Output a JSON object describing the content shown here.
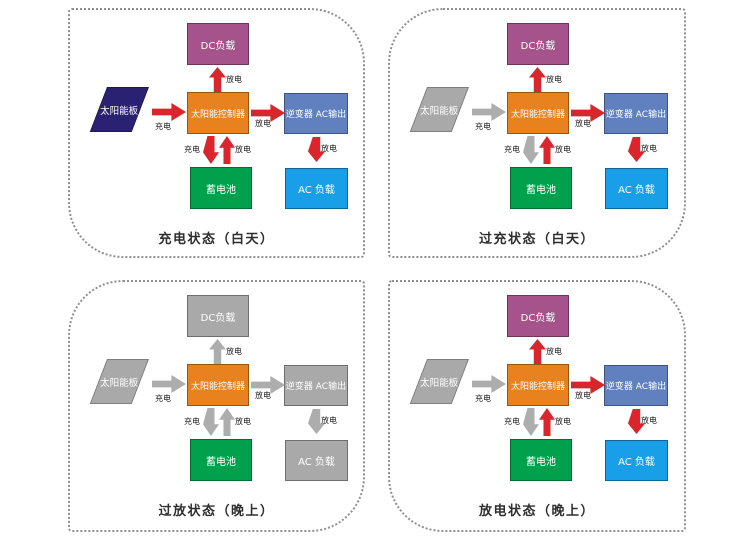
{
  "nodes": {
    "solar_panel": "太阳能板",
    "controller": "太阳能控制器",
    "dc_load": "DC负载",
    "inverter_ac_output": "逆变器 AC输出",
    "battery": "蓄电池",
    "ac_load": "AC 负载"
  },
  "arrow_labels": {
    "charge": "充电",
    "discharge": "放电"
  },
  "colors": {
    "solar_panel_active": "#2B2173",
    "controller_orange": "#E8821E",
    "dc_load_purple": "#A5538A",
    "inverter_periwinkle": "#6080C0",
    "ac_load_blue": "#189FE8",
    "battery_green": "#00A04C",
    "inactive_gray": "#A9A9A9",
    "arrow_red": "#D9252B",
    "arrow_gray": "#ADADAD"
  },
  "quadrants": [
    {
      "title": "充电状态（白天）",
      "states": {
        "panel": "active",
        "charge_in": "red",
        "to_dc": "red",
        "to_inverter": "red",
        "to_ac": "red",
        "bat_charge": "red",
        "bat_discharge": "red",
        "dc_load": "colored",
        "inverter": "colored",
        "ac_load": "colored"
      }
    },
    {
      "title": "过充状态（白天）",
      "states": {
        "panel": "inactive",
        "charge_in": "gray",
        "to_dc": "red",
        "to_inverter": "red",
        "to_ac": "red",
        "bat_charge": "gray",
        "bat_discharge": "red",
        "dc_load": "colored",
        "inverter": "colored",
        "ac_load": "colored"
      }
    },
    {
      "title": "过放状态（晚上）",
      "states": {
        "panel": "inactive",
        "charge_in": "gray",
        "to_dc": "gray",
        "to_inverter": "gray",
        "to_ac": "gray",
        "bat_charge": "gray",
        "bat_discharge": "gray",
        "dc_load": "inactive",
        "inverter": "inactive",
        "ac_load": "inactive"
      }
    },
    {
      "title": "放电状态（晚上）",
      "states": {
        "panel": "inactive",
        "charge_in": "gray",
        "to_dc": "red",
        "to_inverter": "red",
        "to_ac": "red",
        "bat_charge": "gray",
        "bat_discharge": "red",
        "dc_load": "colored",
        "inverter": "colored",
        "ac_load": "colored"
      }
    }
  ]
}
